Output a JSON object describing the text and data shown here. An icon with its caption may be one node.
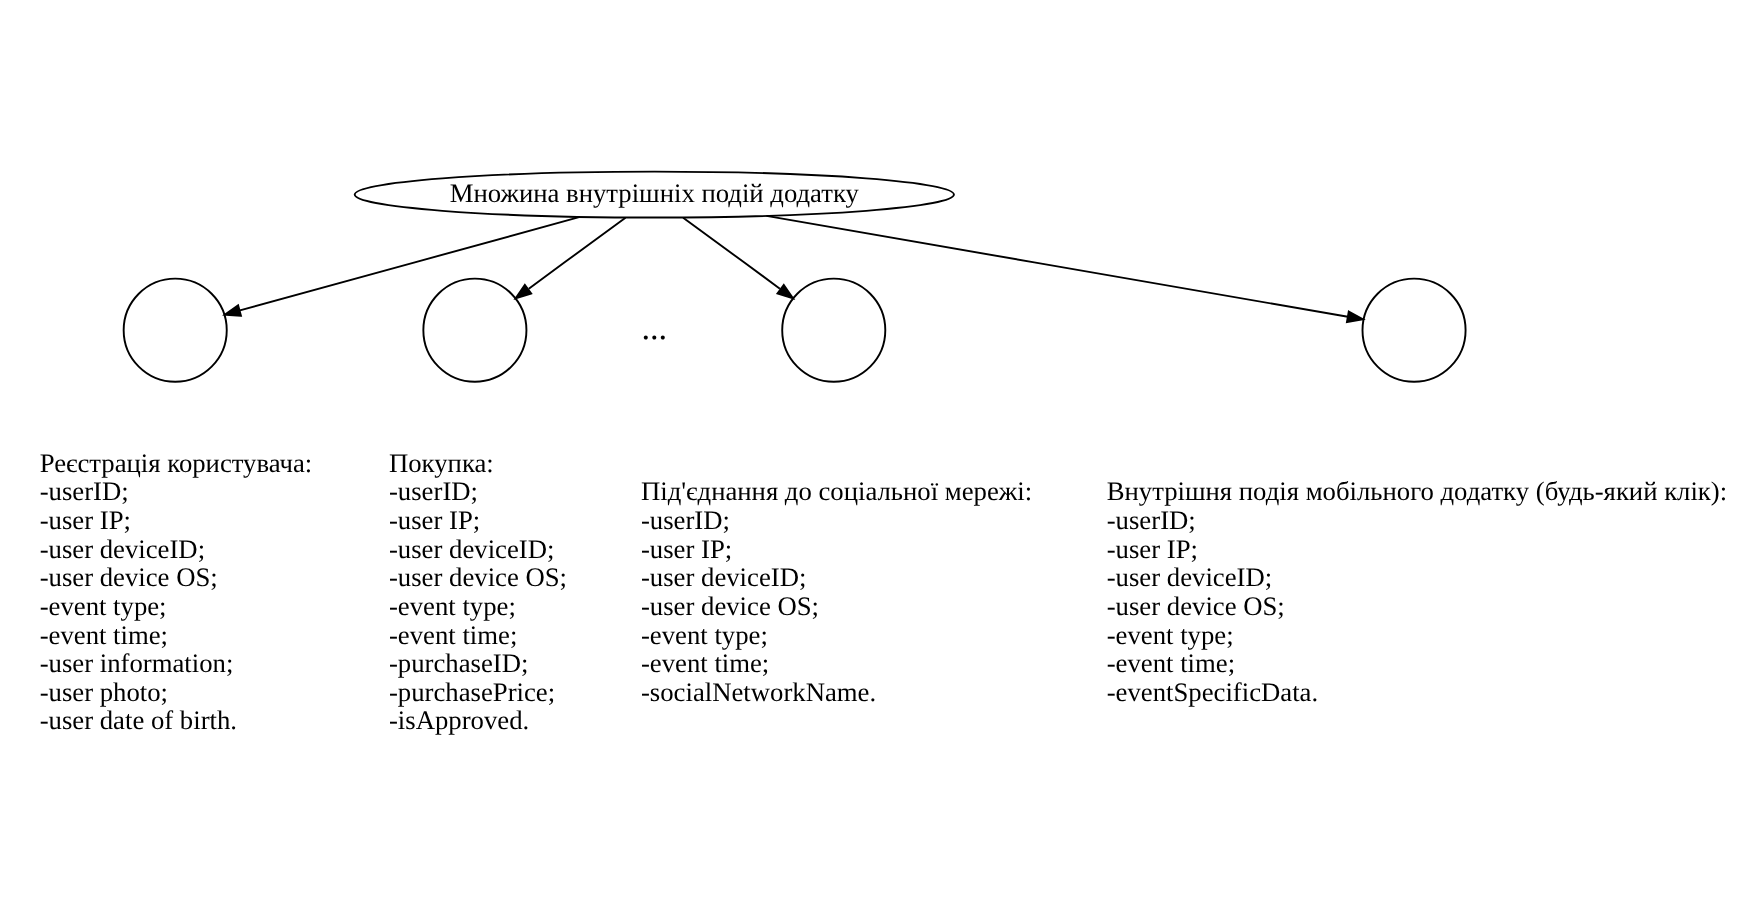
{
  "diagram": {
    "nodes": [
      {
        "text": [
          "Множина внутрішніх подій додатку"
        ]
      },
      {
        "text": [],
        "shape": "circle",
        "beside": [
          "Реєстрація користувача:",
          "-userID;",
          "-user IP;",
          "-user deviceID;",
          "-user device OS;",
          "-event type;",
          "-event time;",
          "-user information;",
          "-user photo;",
          "-user date of birth."
        ]
      },
      {
        "text": [],
        "shape": "circle",
        "beside": [
          "Покупка:",
          "-userID;",
          "-user IP;",
          "-user deviceID;",
          "-user device OS;",
          "-event type;",
          "-event time;",
          "-purchaseID;",
          "-purchasePrice;",
          "-isApproved."
        ]
      },
      {
        "text": [],
        "shape": "circle",
        "beside": [
          "Під'єднання до соціальної мережі:",
          "-userID;",
          "-user IP;",
          "-user deviceID;",
          "-user device OS;",
          "-event type;",
          "-event time;",
          "-socialNetworkName."
        ]
      },
      {
        "text": [],
        "shape": "circle",
        "beside": [
          "Внутрішня подія мобільного додатку (будь-який клік):",
          "-userID;",
          "-user IP;",
          "-user deviceID;",
          "-user device OS;",
          "-event type;",
          "-event time;",
          "-eventSpecificData."
        ]
      }
    ],
    "edges": [
      {
        "from": 0,
        "to": 1,
        "arrow": "to"
      },
      {
        "from": 0,
        "to": 2,
        "arrow": "to"
      },
      {
        "from": 0,
        "to": 3,
        "arrow": "to"
      },
      {
        "from": 0,
        "to": 4,
        "arrow": "to"
      }
    ],
    "labels": [
      "..."
    ]
  }
}
